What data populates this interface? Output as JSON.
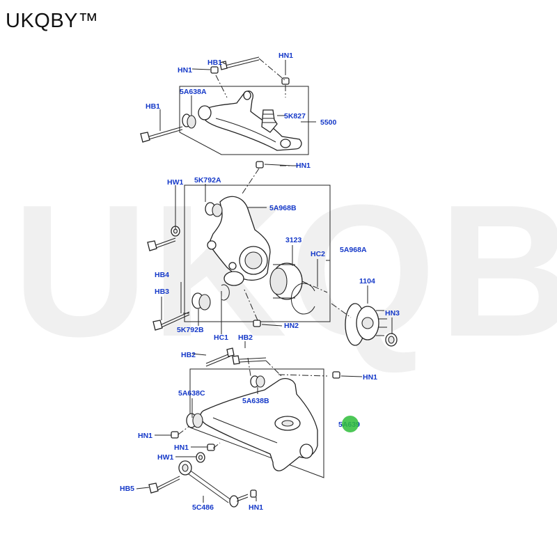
{
  "brand": "UKQBY™",
  "watermark": "UKQBY™",
  "colors": {
    "label": "#1438c8",
    "marker": "#2ebd3a",
    "line": "#222222"
  },
  "labels": {
    "hb1_top": "HB1",
    "hn1_top_left": "HN1",
    "hn1_top_right": "HN1",
    "l5a638a": "5A638A",
    "hb1_left": "HB1",
    "l5k827": "5K827",
    "l5500": "5500",
    "hn1_mid": "HN1",
    "hw1": "HW1",
    "l5k792a": "5K792A",
    "l5a968b": "5A968B",
    "l3123": "3123",
    "hc2": "HC2",
    "l5a968a": "5A968A",
    "hb4": "HB4",
    "l1104": "1104",
    "hb3": "HB3",
    "hn3": "HN3",
    "l5k792b": "5K792B",
    "hc1": "HC1",
    "hn2": "HN2",
    "hb2_a": "HB2",
    "hb2_b": "HB2",
    "hn1_lower_right": "HN1",
    "l5a638c": "5A638C",
    "l5a638b": "5A638B",
    "l5a639": "5A639",
    "hn1_lower_left": "HN1",
    "hn1_lower_mid": "HN1",
    "hw1_lower": "HW1",
    "hb5": "HB5",
    "l5c486": "5C486",
    "hn1_bottom": "HN1"
  }
}
